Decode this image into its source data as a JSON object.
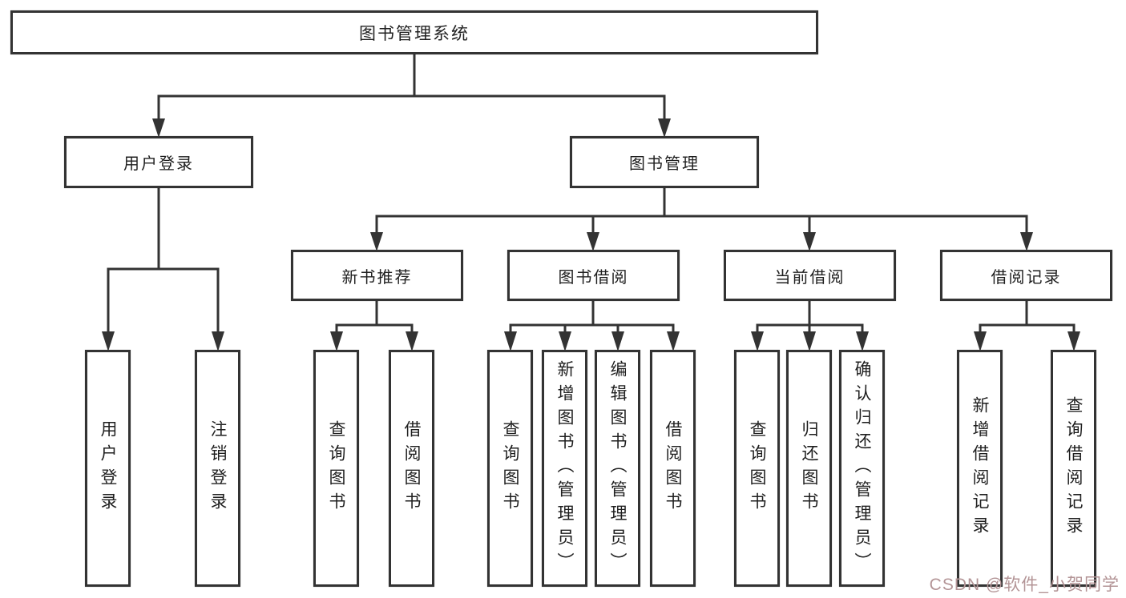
{
  "colors": {
    "line": "#333333",
    "text": "#1f1f1f",
    "box_bg": "#ffffff",
    "page_bg": "#ffffff",
    "watermark": "#b39496"
  },
  "tree": {
    "label": "图书管理系统",
    "children": [
      {
        "label": "用户登录",
        "children": [
          {
            "label": "用户登录"
          },
          {
            "label": "注销登录"
          }
        ]
      },
      {
        "label": "图书管理",
        "children": [
          {
            "label": "新书推荐",
            "children": [
              {
                "label": "查询图书"
              },
              {
                "label": "借阅图书"
              }
            ]
          },
          {
            "label": "图书借阅",
            "children": [
              {
                "label": "查询图书"
              },
              {
                "label": "新增图书（管理员）"
              },
              {
                "label": "编辑图书（管理员）"
              },
              {
                "label": "借阅图书"
              }
            ]
          },
          {
            "label": "当前借阅",
            "children": [
              {
                "label": "查询图书"
              },
              {
                "label": "归还图书"
              },
              {
                "label": "确认归还（管理员）"
              }
            ]
          },
          {
            "label": "借阅记录",
            "children": [
              {
                "label": "新增借阅记录"
              },
              {
                "label": "查询借阅记录"
              }
            ]
          }
        ]
      }
    ]
  },
  "watermark": {
    "text": "CSDN @软件_小贺同学"
  }
}
